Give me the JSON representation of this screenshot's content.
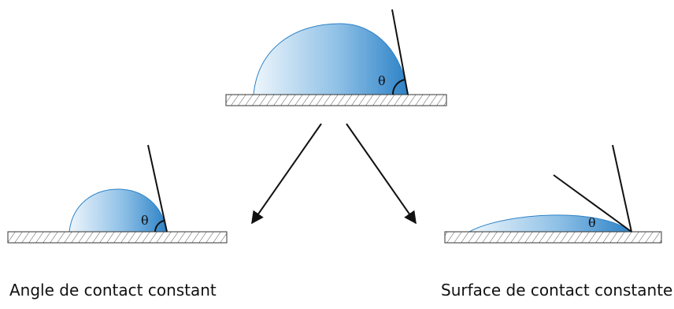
{
  "labels": {
    "theta_symbol": "θ",
    "caption_left": "Angle de contact constant",
    "caption_right": "Surface de contact constante"
  },
  "colors": {
    "drop_light": "#eef6fc",
    "drop_mid": "#8ec0e6",
    "drop_dark": "#2d82c6",
    "substrate_stroke": "#333333",
    "line": "#111111"
  }
}
